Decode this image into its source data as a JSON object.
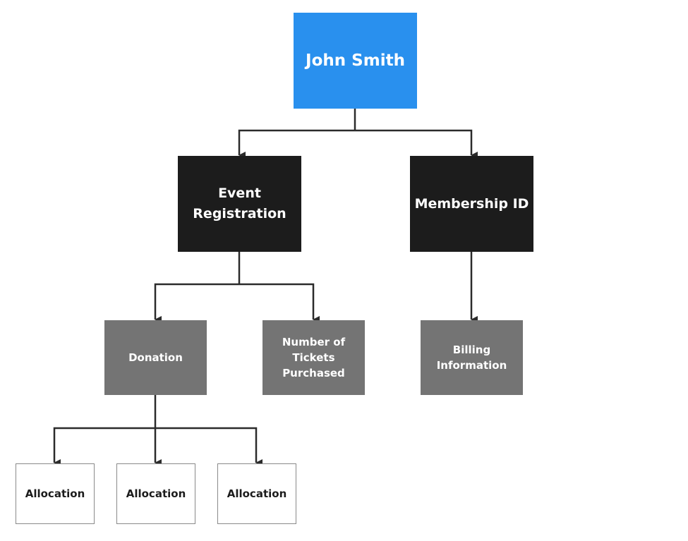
{
  "diagram": {
    "root": {
      "label": "John Smith"
    },
    "event_registration": {
      "label_line1": "Event",
      "label_line2": "Registration"
    },
    "membership_id": {
      "label": "Membership ID"
    },
    "donation": {
      "label": "Donation"
    },
    "tickets": {
      "label_line1": "Number of",
      "label_line2": "Tickets",
      "label_line3": "Purchased"
    },
    "billing": {
      "label_line1": "Billing",
      "label_line2": "Information"
    },
    "allocations": [
      {
        "label": "Allocation"
      },
      {
        "label": "Allocation"
      },
      {
        "label": "Allocation"
      }
    ]
  },
  "colors": {
    "root_fill": "#2990ee",
    "level1_fill": "#1c1c1c",
    "level2_fill": "#747474",
    "level3_fill": "#ffffff",
    "connector": "#2b2b2b"
  }
}
